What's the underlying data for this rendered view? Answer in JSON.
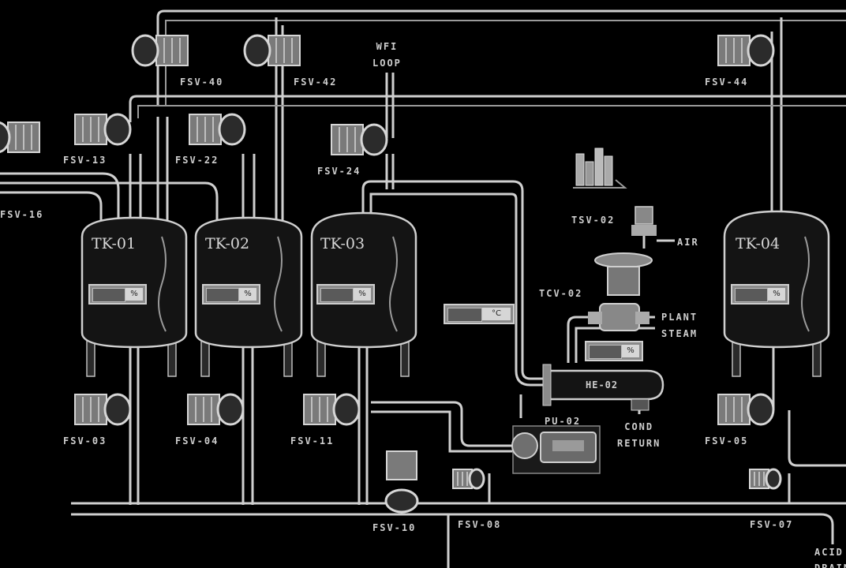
{
  "tanks": [
    {
      "name": "TK-01",
      "reading": "",
      "unit": "%"
    },
    {
      "name": "TK-02",
      "reading": "",
      "unit": "%"
    },
    {
      "name": "TK-03",
      "reading": "",
      "unit": "%"
    },
    {
      "name": "TK-04",
      "reading": "",
      "unit": "%"
    }
  ],
  "valves": {
    "fsv_40": "FSV-40",
    "fsv_42": "FSV-42",
    "fsv_44": "FSV-44",
    "fsv_13": "FSV-13",
    "fsv_22": "FSV-22",
    "fsv_24": "FSV-24",
    "fsv_16": "FSV-16",
    "fsv_03": "FSV-03",
    "fsv_04": "FSV-04",
    "fsv_11": "FSV-11",
    "fsv_05": "FSV-05",
    "fsv_10": "FSV-10",
    "fsv_08": "FSV-08",
    "fsv_07": "FSV-07",
    "tsv_02": "TSV-02",
    "tcv_02": "TCV-02"
  },
  "labels": {
    "wfi_loop": "WFI\nLOOP",
    "air": "AIR",
    "plant_steam": "PLANT\nSTEAM",
    "cond_return": "COND\nRETURN",
    "he": "HE-02",
    "pu": "PU-02",
    "acid": "ACID\nDRAIN"
  },
  "hx_temp": {
    "reading": "",
    "unit": "°C"
  },
  "hx_display": {
    "reading": "",
    "unit": "%"
  },
  "colors": {
    "background": "#000000",
    "pipe": "#cfcfcf",
    "vessel": "#141414",
    "display": "#8a8a8a"
  }
}
